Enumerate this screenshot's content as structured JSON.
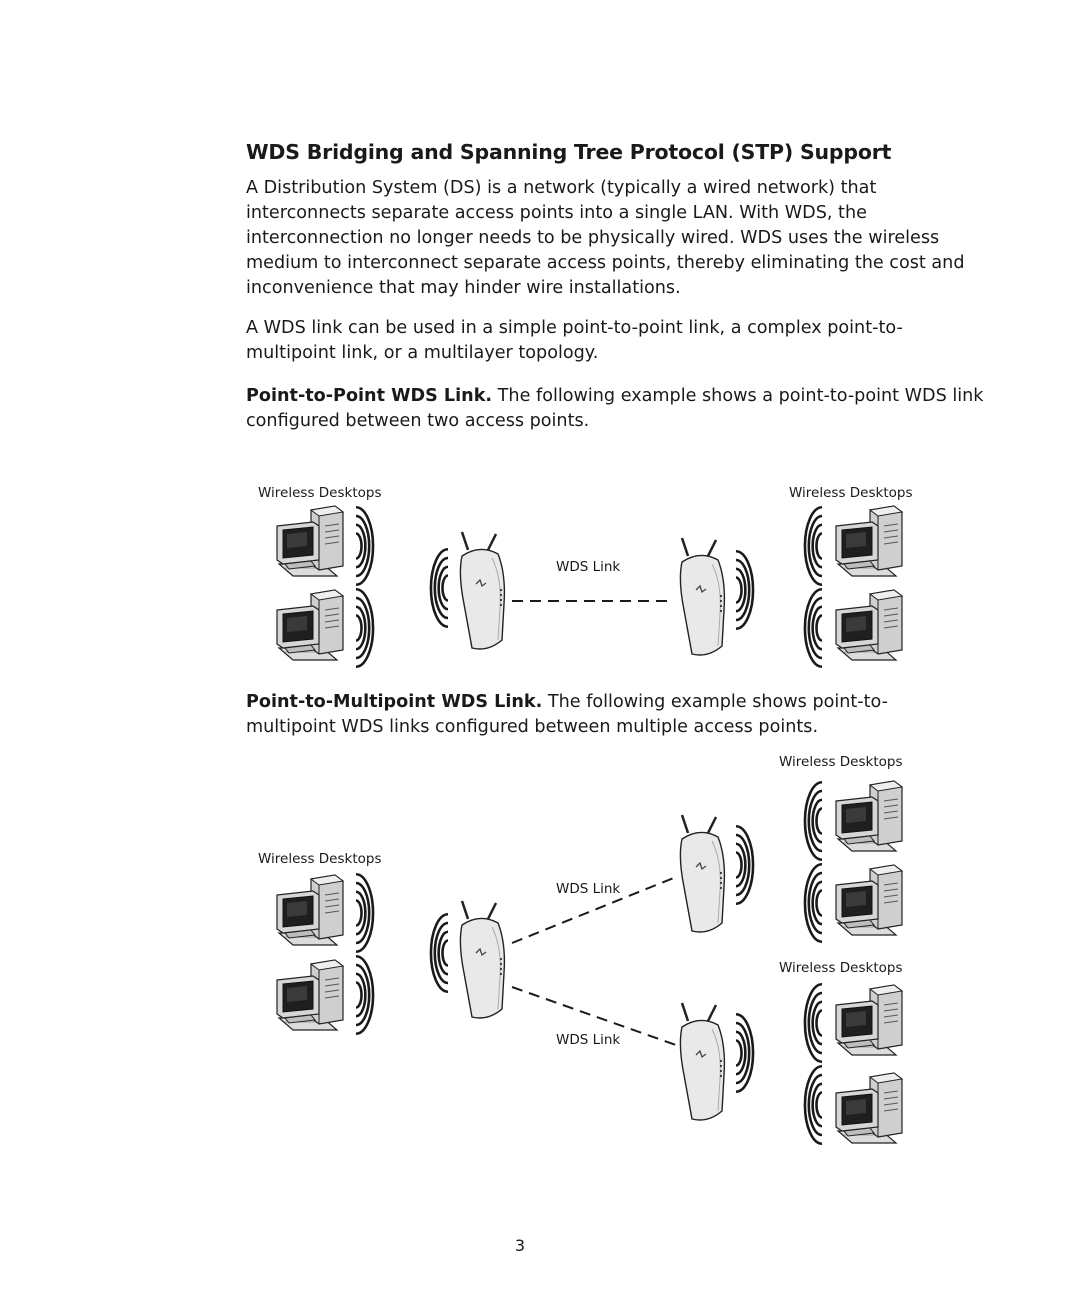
{
  "section": {
    "heading": "WDS Bridging and Spanning Tree Protocol (STP) Support",
    "para1": "A Distribution System (DS) is a network (typically a wired network) that interconnects separate access points into a single LAN. With WDS, the interconnection no longer needs to be physically wired. WDS uses the wireless medium to interconnect separate access points, thereby eliminating the cost and inconvenience that may hinder wire installations.",
    "para2": "A WDS link can be used in a simple point-to-point link, a complex point-to-multipoint link, or a multilayer topology.",
    "p2p": {
      "lead": "Point-to-Point WDS Link.",
      "text": " The following example shows a point-to-point WDS link configured between two access points."
    },
    "p2mp": {
      "lead": "Point-to-Multipoint WDS Link.",
      "text": " The following example shows point-to-multipoint WDS links configured between multiple access points."
    }
  },
  "diagram1": {
    "left_label": "Wireless Desktops",
    "right_label": "Wireless Desktops",
    "link_label": "WDS Link"
  },
  "diagram2": {
    "left_label": "Wireless Desktops",
    "top_right_label": "Wireless Desktops",
    "bottom_right_label": "Wireless Desktops",
    "link_top_label": "WDS Link",
    "link_bottom_label": "WDS Link"
  },
  "footer": {
    "page_number": "3"
  }
}
